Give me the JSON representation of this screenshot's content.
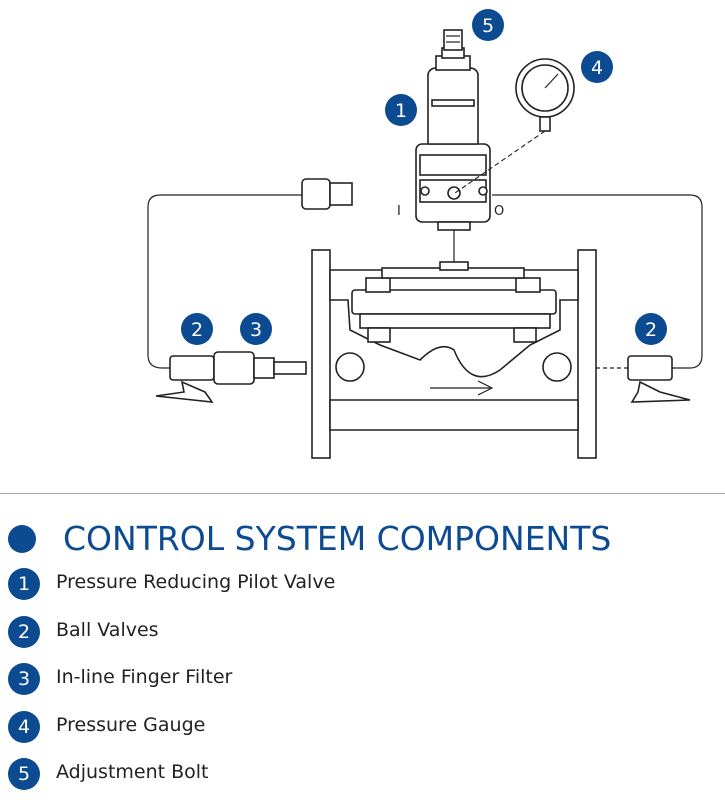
{
  "diagram": {
    "port_labels": {
      "inlet": "I",
      "outlet": "O"
    },
    "callouts": [
      "1",
      "2",
      "3",
      "2",
      "4",
      "5"
    ]
  },
  "section": {
    "title": "CONTROL SYSTEM COMPONENTS"
  },
  "components": [
    {
      "number": "1",
      "label": "Pressure Reducing Pilot Valve"
    },
    {
      "number": "2",
      "label": "Ball Valves"
    },
    {
      "number": "3",
      "label": "In-line Finger Filter"
    },
    {
      "number": "4",
      "label": "Pressure Gauge"
    },
    {
      "number": "5",
      "label": "Adjustment Bolt"
    }
  ],
  "colors": {
    "accent": "#0c4a91",
    "line": "#222222",
    "rule": "#a8a8a8"
  }
}
